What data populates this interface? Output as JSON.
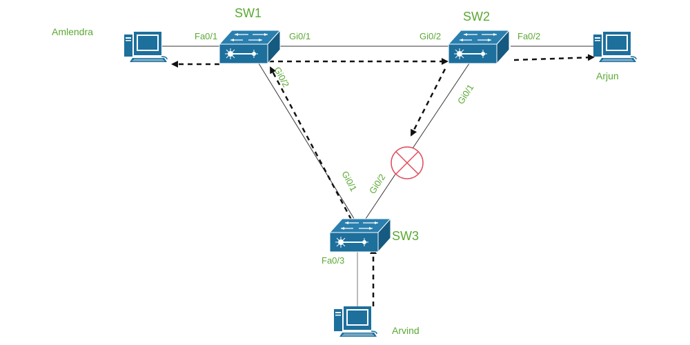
{
  "diagram": {
    "type": "network-topology",
    "switches": [
      {
        "id": "sw1",
        "label": "SW1"
      },
      {
        "id": "sw2",
        "label": "SW2"
      },
      {
        "id": "sw3",
        "label": "SW3"
      }
    ],
    "hosts": [
      {
        "id": "amlendra",
        "label": "Amlendra"
      },
      {
        "id": "arjun",
        "label": "Arjun"
      },
      {
        "id": "arvind",
        "label": "Arvind"
      }
    ],
    "ports": {
      "sw1_fa01": "Fa0/1",
      "sw1_gi01": "Gi0/1",
      "sw1_gi02": "Gi0/2",
      "sw2_gi02": "Gi0/2",
      "sw2_fa02": "Fa0/2",
      "sw2_gi01": "Gi0/1",
      "sw3_gi01": "Gi0/1",
      "sw3_gi02": "Gi0/2",
      "sw3_fa03": "Fa0/3"
    },
    "links": [
      {
        "from": "amlendra",
        "to": "sw1",
        "port": "Fa0/1"
      },
      {
        "from": "sw1",
        "to": "sw2",
        "ports": [
          "Gi0/1",
          "Gi0/2"
        ]
      },
      {
        "from": "sw2",
        "to": "arjun",
        "port": "Fa0/2"
      },
      {
        "from": "sw1",
        "to": "sw3",
        "ports": [
          "Gi0/2",
          "Gi0/1"
        ]
      },
      {
        "from": "sw2",
        "to": "sw3",
        "ports": [
          "Gi0/1",
          "Gi0/2"
        ],
        "state": "blocked"
      },
      {
        "from": "sw3",
        "to": "arvind",
        "port": "Fa0/3"
      }
    ],
    "blocked_marker": "blocked-port-icon",
    "colors": {
      "device": "#1d6f9c",
      "label": "#5aa832",
      "blocked": "#e04a5a",
      "flow": "#111111"
    }
  }
}
